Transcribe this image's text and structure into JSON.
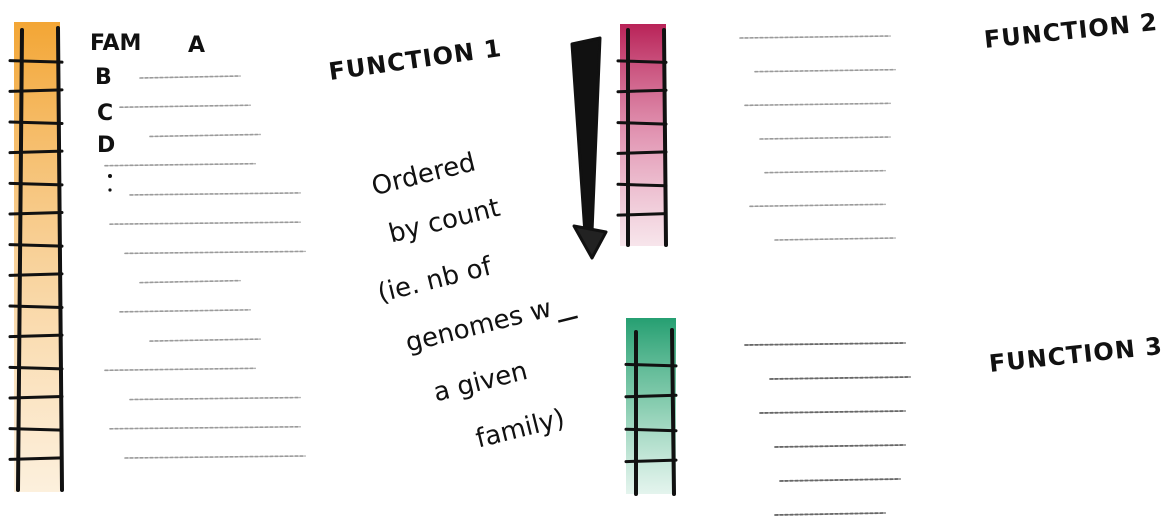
{
  "family_labels": {
    "first": "FAM",
    "a": "A",
    "b": "B",
    "c": "C",
    "d": "D"
  },
  "functions": [
    {
      "label": "FUNCTION 1",
      "color": "#f0a22e",
      "segments": 15
    },
    {
      "label": "FUNCTION 2",
      "color": "#b5174f",
      "segments": 7
    },
    {
      "label": "FUNCTION 3",
      "color": "#1a9a6a",
      "segments": 5
    }
  ],
  "annotation": {
    "lines": [
      "Ordered",
      "by count",
      "(ie. nb of",
      "genomes w",
      "a given",
      "family)"
    ],
    "underlined_word": "w"
  },
  "colors": {
    "ink": "#111111",
    "line_gray": "#9a9a9a"
  }
}
